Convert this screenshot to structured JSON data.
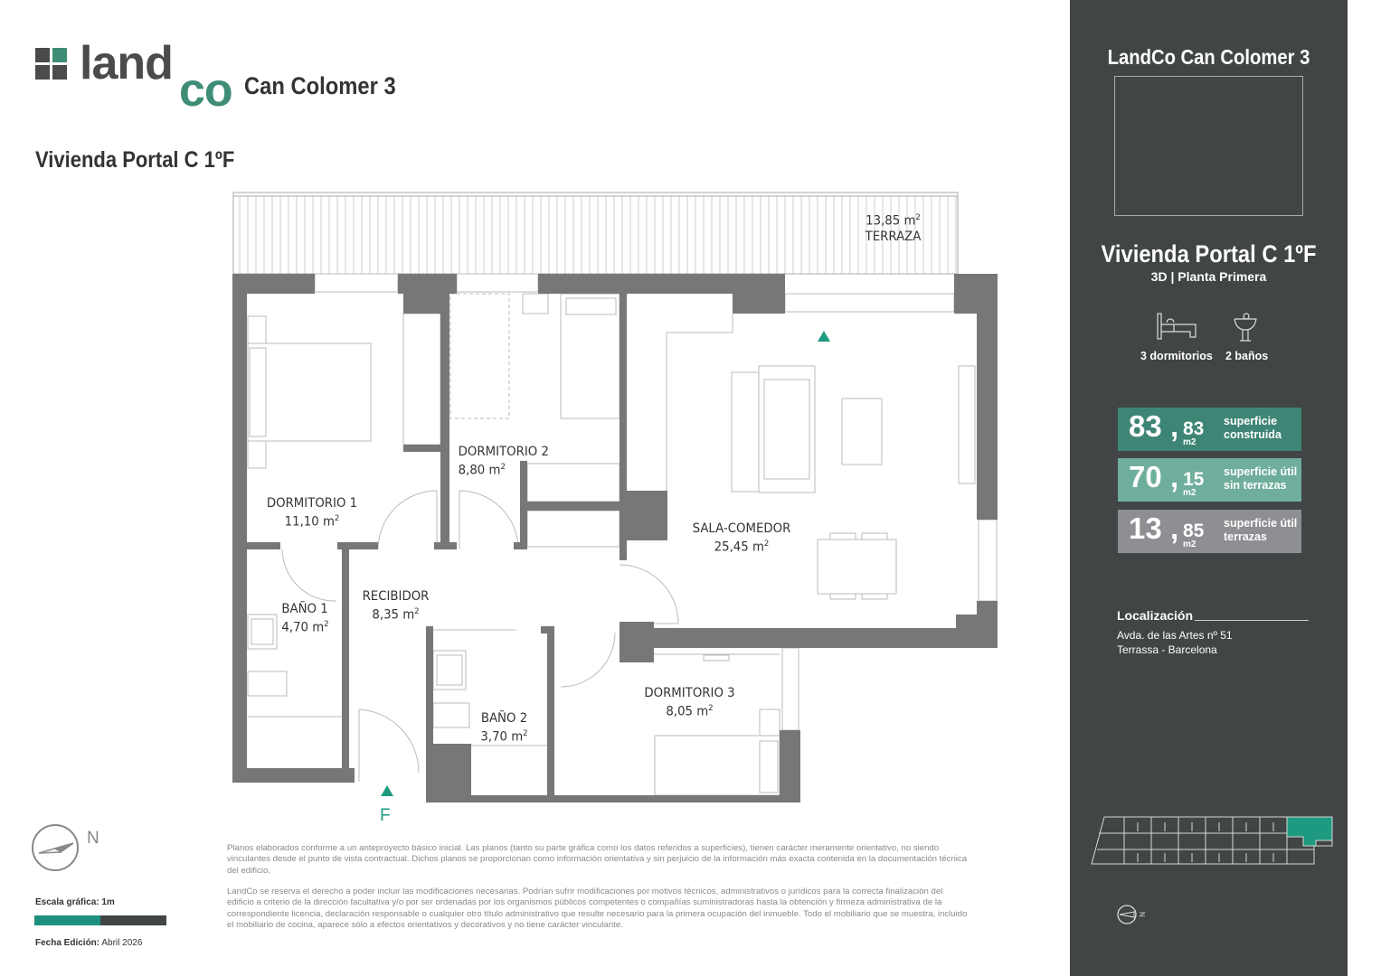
{
  "header": {
    "logo_text": "landco",
    "logo_land": "land",
    "logo_co": "co",
    "project": "Can Colomer 3",
    "unit_title": "Vivienda Portal C 1ºF"
  },
  "plan": {
    "rooms": [
      {
        "name": "TERRAZA",
        "area": "13,85 m",
        "sup": "2"
      },
      {
        "name": "DORMITORIO 1",
        "area": "11,10 m",
        "sup": "2"
      },
      {
        "name": "DORMITORIO 2",
        "area": "8,80 m",
        "sup": "2"
      },
      {
        "name": "SALA-COMEDOR",
        "area": "25,45 m",
        "sup": "2"
      },
      {
        "name": "BAÑO 1",
        "area": "4,70 m",
        "sup": "2"
      },
      {
        "name": "RECIBIDOR",
        "area": "8,35 m",
        "sup": "2"
      },
      {
        "name": "BAÑO 2",
        "area": "3,70 m",
        "sup": "2"
      },
      {
        "name": "DORMITORIO 3",
        "area": "8,05 m",
        "sup": "2"
      }
    ],
    "entrance_label": "F",
    "accent": "#1e9a80",
    "wall_color": "#777777"
  },
  "footer": {
    "north": "N",
    "scale_label": "Escala gráfica: 1m",
    "date_label": "Fecha Edición:",
    "date_value": "Abril 2026",
    "disclaimer_1": "Planos elaborados conforme a un anteproyecto básico inicial. Las planos (tanto su parte gráfica como los datos referidos a superficies), tienen carácter meramente orientativo, no siendo vinculantes desde el punto de vista contractual. Dichos planos se proporcionan como información orientativa y sin perjuicio de la información más exacta contenida en la documentación técnica del edificio.",
    "disclaimer_2": "LandCo se reserva el derecho a poder incluir las modificaciones necesarias. Podrían sufrir modificaciones por motivos técnicos, administrativos o jurídicos para la correcta finalización del edificio a criterio de la dirección facultativa y/o por ser ordenadas por los organismos públicos competentes o compañías suministradoras hasta la obtención y firmeza administrativa de la correspondiente licencia, declaración responsable o cualquier otro título administrativo que resulte necesario para la primera ocupación del inmueble. Todo el mobiliario que se muestra, incluido el mobiliario de cocina, aparece sólo a efectos orientativos y decorativos y no tiene carácter vinculante."
  },
  "panel": {
    "project_title": "LandCo Can Colomer 3",
    "unit_title": "Vivienda Portal C 1ºF",
    "subtitle": "3D | Planta Primera",
    "bedrooms": "3 dormitorios",
    "bathrooms": "2 baños",
    "stats": [
      {
        "int": "83",
        "dec": "83",
        "unit": "m2",
        "l1": "superficie",
        "l2": "construida",
        "color": "#3f8575"
      },
      {
        "int": "70",
        "dec": "15",
        "unit": "m2",
        "l1": "superficie útil",
        "l2": "sin terrazas",
        "color": "#6fae9c"
      },
      {
        "int": "13",
        "dec": "85",
        "unit": "m2",
        "l1": "superficie útil",
        "l2": "terrazas",
        "color": "#8e8f93"
      }
    ],
    "location_title": "Localización",
    "address_1": "Avda. de las Artes nº 51",
    "address_2": "Terrassa - Barcelona",
    "bg": "#414545"
  }
}
